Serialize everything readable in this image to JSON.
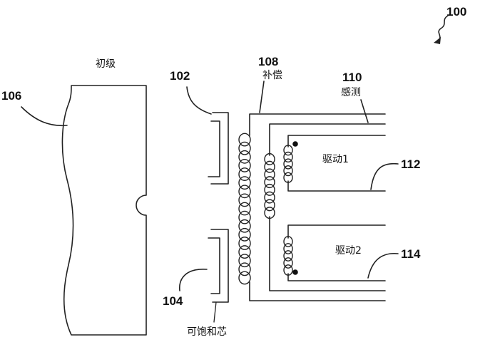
{
  "labels": {
    "ref_100": "100",
    "ref_102": "102",
    "ref_104": "104",
    "ref_106": "106",
    "ref_108": "108",
    "ref_110": "110",
    "ref_112": "112",
    "ref_114": "114",
    "primary": "初级",
    "compensation": "补偿",
    "sense": "感测",
    "drive1": "驱动1",
    "drive2": "驱动2",
    "saturable_core": "可饱和芯"
  },
  "colors": {
    "ink": "#222222",
    "background": "#ffffff"
  }
}
